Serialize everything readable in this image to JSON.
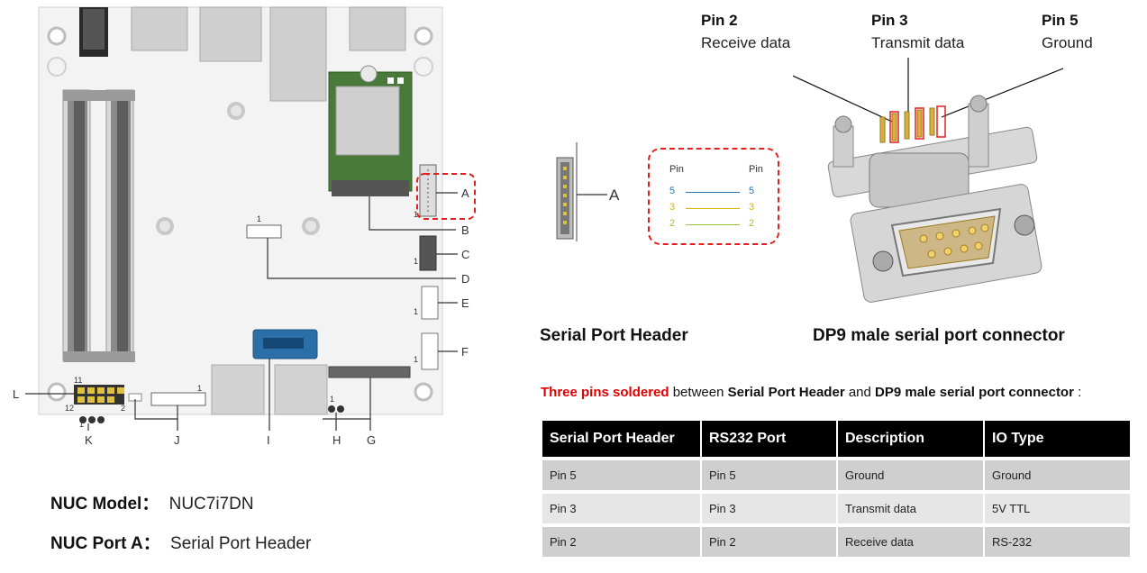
{
  "board": {
    "callouts": [
      "A",
      "B",
      "C",
      "D",
      "E",
      "F",
      "G",
      "H",
      "I",
      "J",
      "K",
      "L"
    ],
    "pin_marks": {
      "one": "1",
      "eleven": "11",
      "twelve": "12",
      "two": "2"
    }
  },
  "info": {
    "model_label": "NUC Model：",
    "model_value": "NUC7i7DN",
    "port_label": "NUC Port A：",
    "port_value": "Serial Port Header"
  },
  "header_diagram": {
    "callout": "A",
    "pin_head_left": "Pin",
    "pin_head_right": "Pin",
    "pins": [
      {
        "left": "5",
        "right": "5",
        "color": "#2e75b6"
      },
      {
        "left": "3",
        "right": "3",
        "color": "#e0b000"
      },
      {
        "left": "2",
        "right": "2",
        "color": "#92c33c"
      }
    ],
    "caption": "Serial Port Header"
  },
  "connector": {
    "pins": [
      {
        "title": "Pin 2",
        "desc": "Receive data"
      },
      {
        "title": "Pin 3",
        "desc": "Transmit data"
      },
      {
        "title": "Pin 5",
        "desc": "Ground"
      }
    ],
    "caption": "DP9 male serial port connector"
  },
  "sentence": {
    "red": "Three pins soldered",
    "mid1": " between ",
    "b1": "Serial Port Header",
    "mid2": " and ",
    "b2": "DP9 male serial port connector",
    "end": " :"
  },
  "table": {
    "headers": [
      "Serial Port Header",
      "RS232 Port",
      "Description",
      "IO Type"
    ],
    "rows": [
      [
        "Pin 5",
        "Pin 5",
        "Ground",
        "Ground"
      ],
      [
        "Pin 3",
        "Pin 3",
        "Transmit data",
        "5V TTL"
      ],
      [
        "Pin 2",
        "Pin 2",
        "Receive data",
        "RS-232"
      ]
    ]
  },
  "colors": {
    "accent_red": "#e00000",
    "highlight_box": "#e02020"
  }
}
